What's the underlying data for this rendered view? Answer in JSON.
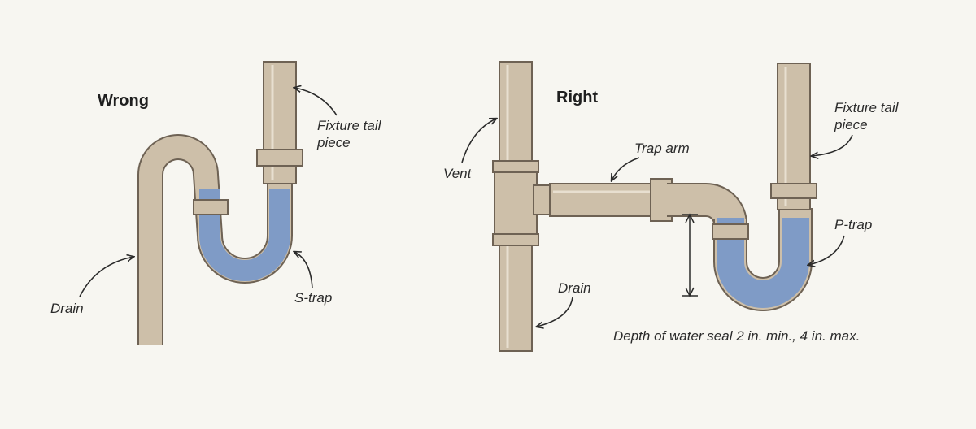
{
  "panels": {
    "wrong": {
      "heading": "Wrong",
      "labels": {
        "fixture_tail": [
          "Fixture tail",
          "piece"
        ],
        "drain": "Drain",
        "strap": "S-trap"
      }
    },
    "right": {
      "heading": "Right",
      "labels": {
        "vent": "Vent",
        "trap_arm": "Trap arm",
        "fixture_tail": [
          "Fixture tail",
          "piece"
        ],
        "ptrap": "P-trap",
        "drain": "Drain",
        "seal_note": "Depth of water seal 2 in. min., 4 in. max."
      }
    }
  },
  "colors": {
    "background": "#f7f6f1",
    "pipe": "#cdbfa9",
    "pipe_outline": "#6e6254",
    "water": "#7f9bc6",
    "text": "#2b2b2b"
  }
}
